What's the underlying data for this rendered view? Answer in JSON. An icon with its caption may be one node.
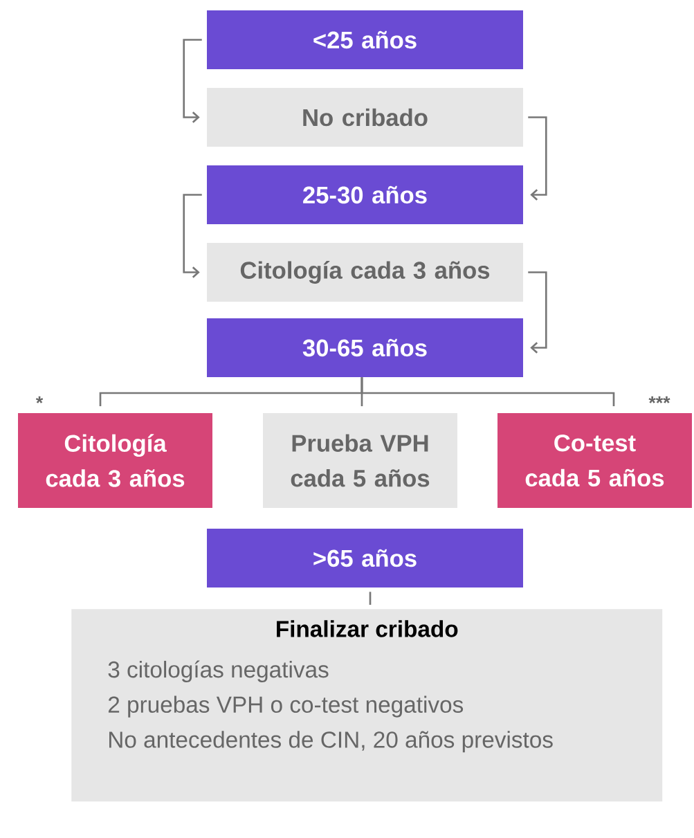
{
  "diagram": {
    "nodes": [
      {
        "text": [
          "<25 años"
        ]
      },
      {
        "text": [
          "No cribado"
        ]
      },
      {
        "text": [
          "25-30 años"
        ]
      },
      {
        "text": [
          "Citología cada 3 años"
        ]
      },
      {
        "text": [
          "30-65 años"
        ]
      },
      {
        "text": [
          "Citología cada 3 años"
        ],
        "beside": [
          "*"
        ]
      },
      {
        "text": [
          "Prueba VPH cada 5 años"
        ]
      },
      {
        "text": [
          "Co-test cada 5 años"
        ],
        "beside": [
          "***"
        ]
      },
      {
        "text": [
          ">65 años"
        ]
      },
      {
        "text": [
          "Finalizar cribado",
          "3 citologías negativas",
          "2 pruebas VPH o co-test negativos",
          "No antecedentes de CIN, 20 años previstos"
        ]
      }
    ],
    "edges": [
      {
        "from": 0,
        "to": 1,
        "arrow": "to"
      },
      {
        "from": 1,
        "to": 2,
        "arrow": "to"
      },
      {
        "from": 2,
        "to": 3,
        "arrow": "to"
      },
      {
        "from": 3,
        "to": 4,
        "arrow": "to"
      },
      {
        "from": 4,
        "to": 5,
        "arrow": "none"
      },
      {
        "from": 4,
        "to": 6,
        "arrow": "none"
      },
      {
        "from": 4,
        "to": 7,
        "arrow": "none"
      },
      {
        "from": 8,
        "to": 9,
        "arrow": "none"
      }
    ]
  }
}
